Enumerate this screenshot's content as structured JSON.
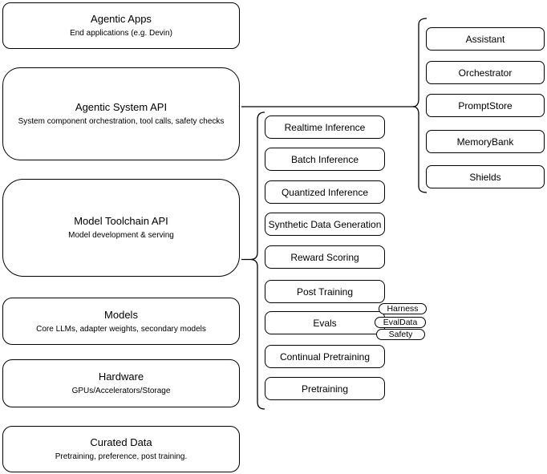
{
  "colors": {
    "canvas_background": "#ffffff",
    "box_fill": "#ffffff",
    "stroke": "#000000",
    "text": "#000000"
  },
  "left_column": [
    {
      "title": "Agentic Apps",
      "subtitle": "End applications (e.g. Devin)"
    },
    {
      "title": "Agentic System API",
      "subtitle": "System component orchestration, tool calls, safety checks"
    },
    {
      "title": "Model Toolchain API",
      "subtitle": "Model development & serving"
    },
    {
      "title": "Models",
      "subtitle": "Core LLMs, adapter weights, secondary models"
    },
    {
      "title": "Hardware",
      "subtitle": "GPUs/Accelerators/Storage"
    },
    {
      "title": "Curated Data",
      "subtitle": "Pretraining, preference, post training."
    }
  ],
  "toolchain_items": [
    "Realtime Inference",
    "Batch Inference",
    "Quantized Inference",
    "Synthetic Data Generation",
    "Reward Scoring",
    "Post Training",
    "Evals",
    "Continual Pretraining",
    "Pretraining"
  ],
  "eval_tags": [
    "Harness",
    "EvalData",
    "Safety"
  ],
  "system_components": [
    "Assistant",
    "Orchestrator",
    "PromptStore",
    "MemoryBank",
    "Shields"
  ]
}
